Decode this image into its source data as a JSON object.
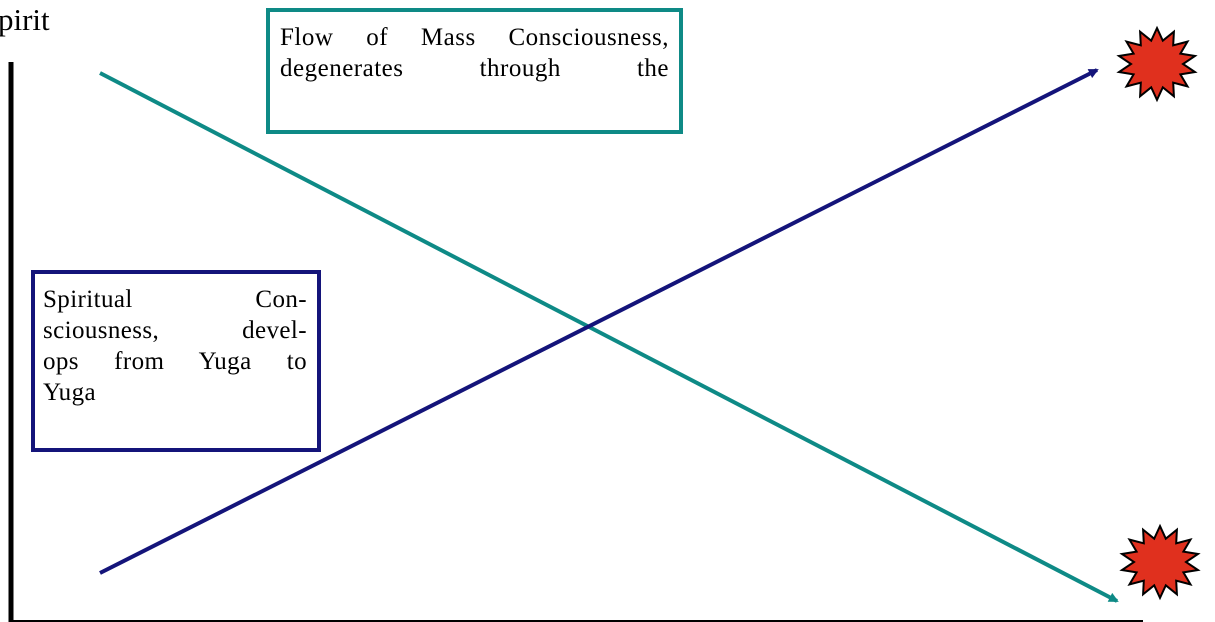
{
  "axis": {
    "label": "pirit"
  },
  "boxes": {
    "mass_consciousness": {
      "lines": [
        "Flow of Mass Consciousness,",
        "degenerates through the"
      ]
    },
    "spiritual_consciousness": {
      "lines": [
        "Spiritual Con-",
        "sciousness, devel-",
        "ops from Yuga to",
        "Yuga"
      ]
    }
  },
  "colors": {
    "mass_line": "#0e8a86",
    "spirit_line": "#14147a",
    "axis": "#000000",
    "burst_fill": "#e0301e",
    "burst_stroke": "#000000"
  },
  "icons": {
    "top_burst": "starburst-icon",
    "bottom_burst": "starburst-icon"
  }
}
